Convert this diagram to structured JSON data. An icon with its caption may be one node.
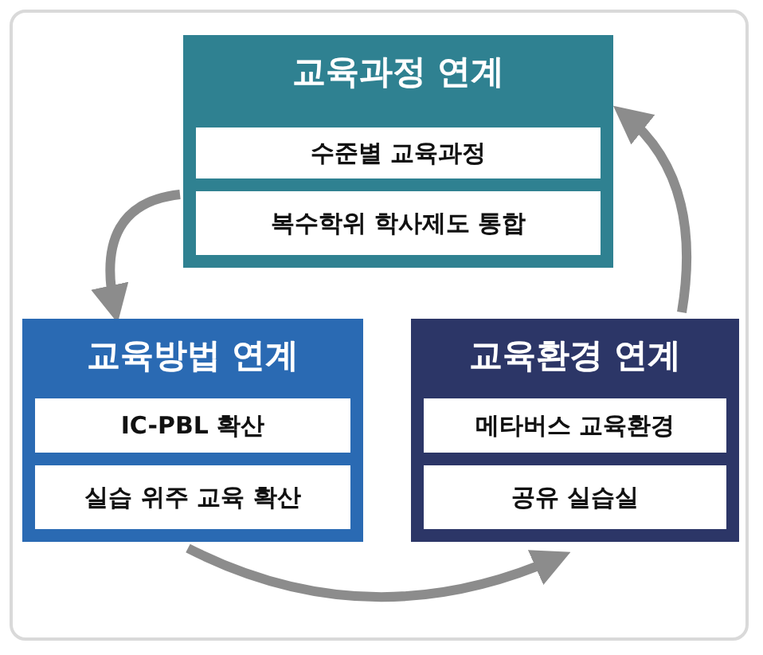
{
  "diagram": {
    "nodes": [
      {
        "text": [
          "교육과정 연계"
        ]
      },
      {
        "text": [
          "수준별 교육과정"
        ],
        "in": 0
      },
      {
        "text": [
          "복수학위 학사제도 통합"
        ],
        "in": 0
      },
      {
        "text": [
          "교육방법 연계"
        ]
      },
      {
        "text": [
          "IC-PBL 확산"
        ],
        "in": 3
      },
      {
        "text": [
          "실습 위주 교육 확산"
        ],
        "in": 3
      },
      {
        "text": [
          "교육환경 연계"
        ]
      },
      {
        "text": [
          "메타버스 교육환경"
        ],
        "in": 6
      },
      {
        "text": [
          "공유 실습실"
        ],
        "in": 6
      }
    ],
    "edges": [
      {
        "from": 0,
        "to": 3,
        "arrow": "to"
      },
      {
        "from": 3,
        "to": 6,
        "arrow": "to"
      },
      {
        "from": 6,
        "to": 0,
        "arrow": "to"
      }
    ]
  }
}
